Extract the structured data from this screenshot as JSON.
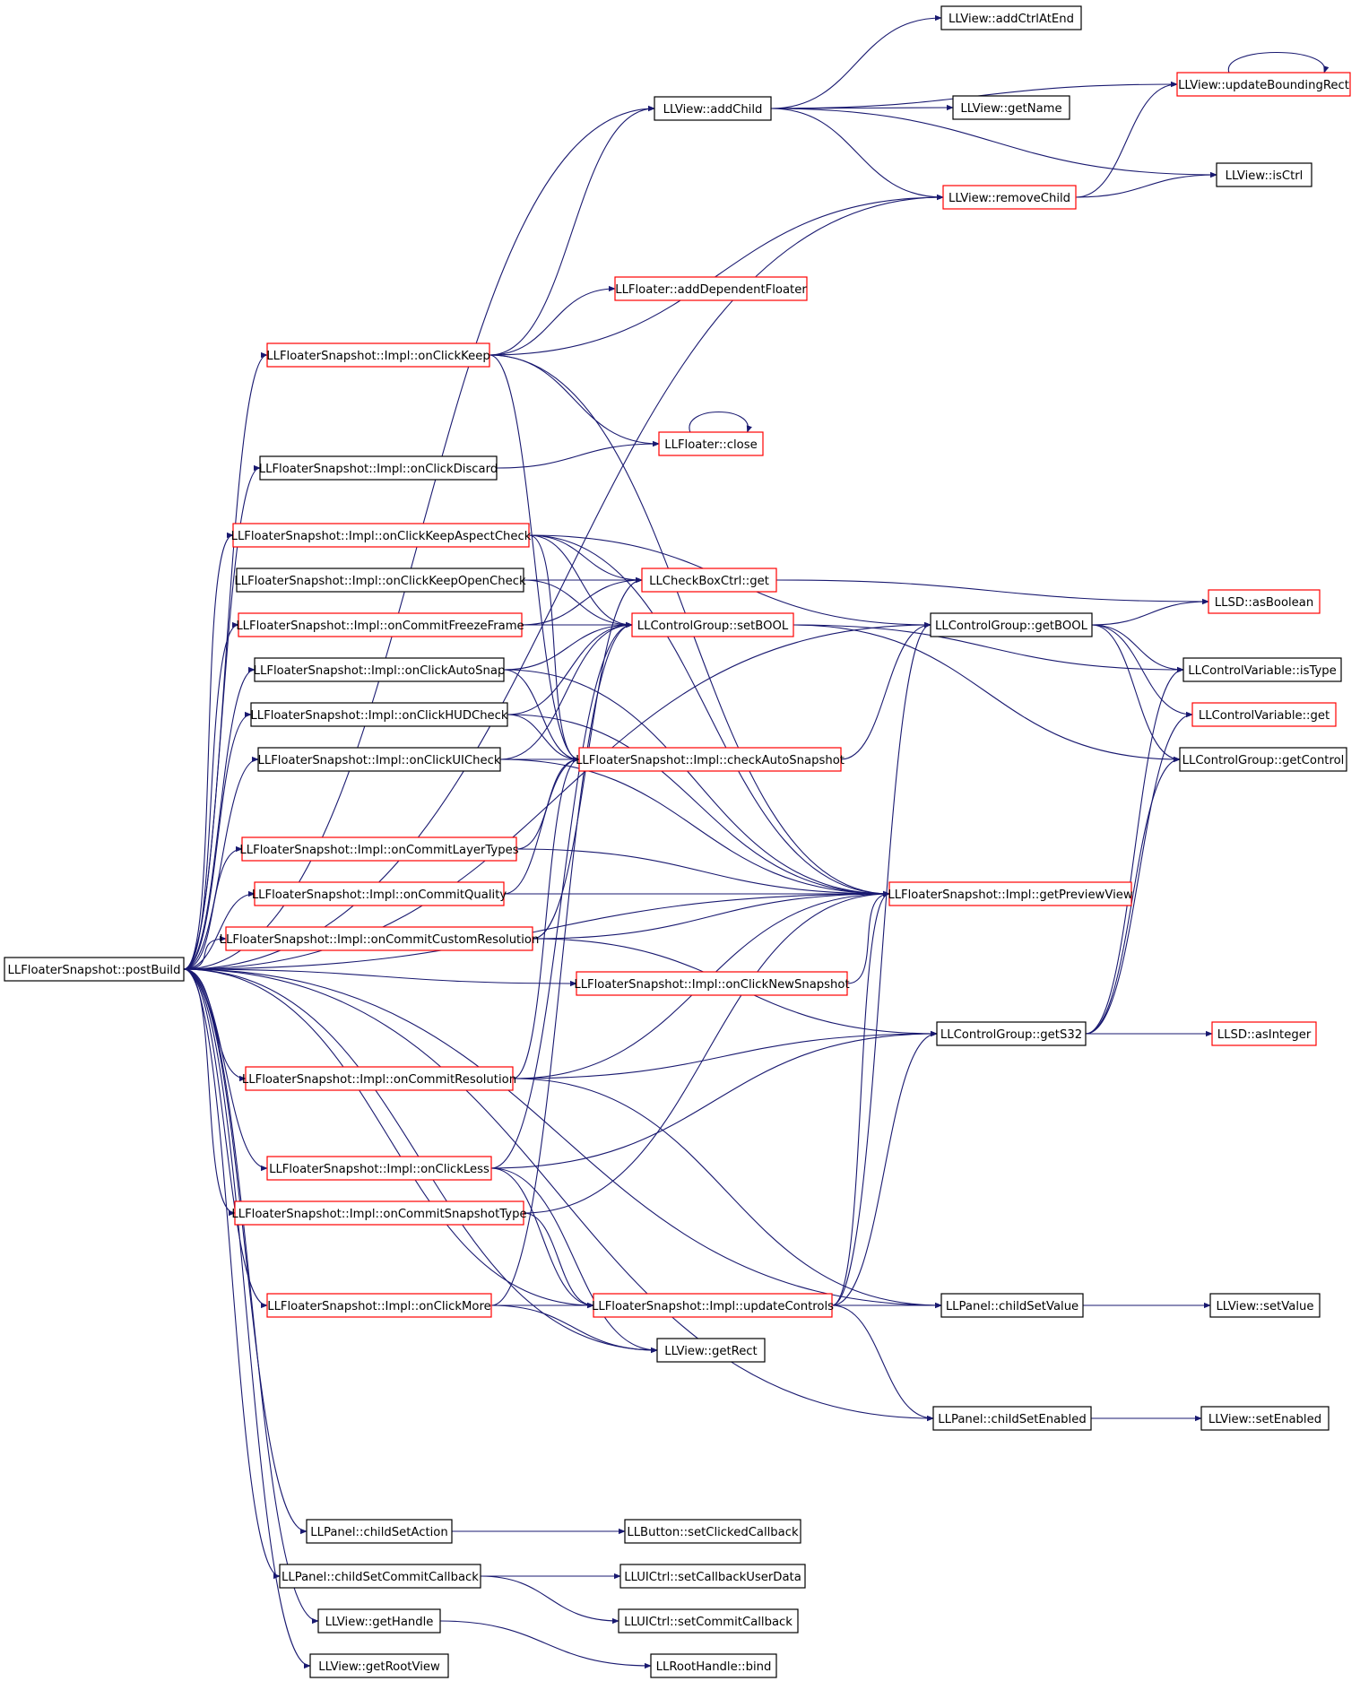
{
  "graph": {
    "colors": {
      "edge": "#191970",
      "border_complete": "#000000",
      "border_truncated": "#ff0000",
      "root_fill": "#bfbfbf"
    },
    "nodes": [
      {
        "id": "root",
        "label": "LLFloaterSnapshot::postBuild",
        "style": "root"
      },
      {
        "id": "addCtrlAtEnd",
        "label": "LLView::addCtrlAtEnd",
        "style": "black"
      },
      {
        "id": "updateBoundingRect",
        "label": "LLView::updateBoundingRect",
        "style": "red"
      },
      {
        "id": "addChild",
        "label": "LLView::addChild",
        "style": "black"
      },
      {
        "id": "getName",
        "label": "LLView::getName",
        "style": "black"
      },
      {
        "id": "isCtrl",
        "label": "LLView::isCtrl",
        "style": "black"
      },
      {
        "id": "removeChild",
        "label": "LLView::removeChild",
        "style": "red"
      },
      {
        "id": "addDependentFloater",
        "label": "LLFloater::addDependentFloater",
        "style": "red"
      },
      {
        "id": "onClickKeep",
        "label": "LLFloaterSnapshot::Impl::onClickKeep",
        "style": "red"
      },
      {
        "id": "close",
        "label": "LLFloater::close",
        "style": "red"
      },
      {
        "id": "onClickDiscard",
        "label": "LLFloaterSnapshot::Impl::onClickDiscard",
        "style": "black"
      },
      {
        "id": "onClickKeepAspectCheck",
        "label": "LLFloaterSnapshot::Impl::onClickKeepAspectCheck",
        "style": "red"
      },
      {
        "id": "onClickKeepOpenCheck",
        "label": "LLFloaterSnapshot::Impl::onClickKeepOpenCheck",
        "style": "black"
      },
      {
        "id": "checkBoxGet",
        "label": "LLCheckBoxCtrl::get",
        "style": "red"
      },
      {
        "id": "asBoolean",
        "label": "LLSD::asBoolean",
        "style": "red"
      },
      {
        "id": "onCommitFreezeFrame",
        "label": "LLFloaterSnapshot::Impl::onCommitFreezeFrame",
        "style": "red"
      },
      {
        "id": "setBOOL",
        "label": "LLControlGroup::setBOOL",
        "style": "red"
      },
      {
        "id": "getBOOL",
        "label": "LLControlGroup::getBOOL",
        "style": "black"
      },
      {
        "id": "onClickAutoSnap",
        "label": "LLFloaterSnapshot::Impl::onClickAutoSnap",
        "style": "black"
      },
      {
        "id": "isType",
        "label": "LLControlVariable::isType",
        "style": "black"
      },
      {
        "id": "onClickHUDCheck",
        "label": "LLFloaterSnapshot::Impl::onClickHUDCheck",
        "style": "black"
      },
      {
        "id": "controlVariableGet",
        "label": "LLControlVariable::get",
        "style": "red"
      },
      {
        "id": "onClickUICheck",
        "label": "LLFloaterSnapshot::Impl::onClickUICheck",
        "style": "black"
      },
      {
        "id": "checkAutoSnapshot",
        "label": "LLFloaterSnapshot::Impl::checkAutoSnapshot",
        "style": "red"
      },
      {
        "id": "getControl",
        "label": "LLControlGroup::getControl",
        "style": "black"
      },
      {
        "id": "onCommitLayerTypes",
        "label": "LLFloaterSnapshot::Impl::onCommitLayerTypes",
        "style": "red"
      },
      {
        "id": "onCommitQuality",
        "label": "LLFloaterSnapshot::Impl::onCommitQuality",
        "style": "red"
      },
      {
        "id": "getPreviewView",
        "label": "LLFloaterSnapshot::Impl::getPreviewView",
        "style": "red"
      },
      {
        "id": "onCommitCustomResolution",
        "label": "LLFloaterSnapshot::Impl::onCommitCustomResolution",
        "style": "red"
      },
      {
        "id": "onClickNewSnapshot",
        "label": "LLFloaterSnapshot::Impl::onClickNewSnapshot",
        "style": "red"
      },
      {
        "id": "getS32",
        "label": "LLControlGroup::getS32",
        "style": "black"
      },
      {
        "id": "asInteger",
        "label": "LLSD::asInteger",
        "style": "red"
      },
      {
        "id": "onCommitResolution",
        "label": "LLFloaterSnapshot::Impl::onCommitResolution",
        "style": "red"
      },
      {
        "id": "onClickLess",
        "label": "LLFloaterSnapshot::Impl::onClickLess",
        "style": "red"
      },
      {
        "id": "onCommitSnapshotType",
        "label": "LLFloaterSnapshot::Impl::onCommitSnapshotType",
        "style": "red"
      },
      {
        "id": "onClickMore",
        "label": "LLFloaterSnapshot::Impl::onClickMore",
        "style": "red"
      },
      {
        "id": "updateControls",
        "label": "LLFloaterSnapshot::Impl::updateControls",
        "style": "red"
      },
      {
        "id": "childSetValue",
        "label": "LLPanel::childSetValue",
        "style": "black"
      },
      {
        "id": "setValue",
        "label": "LLView::setValue",
        "style": "black"
      },
      {
        "id": "getRect",
        "label": "LLView::getRect",
        "style": "black"
      },
      {
        "id": "childSetEnabled",
        "label": "LLPanel::childSetEnabled",
        "style": "black"
      },
      {
        "id": "setEnabled",
        "label": "LLView::setEnabled",
        "style": "black"
      },
      {
        "id": "childSetAction",
        "label": "LLPanel::childSetAction",
        "style": "black"
      },
      {
        "id": "setClickedCallback",
        "label": "LLButton::setClickedCallback",
        "style": "black"
      },
      {
        "id": "childSetCommitCallback",
        "label": "LLPanel::childSetCommitCallback",
        "style": "black"
      },
      {
        "id": "setCallbackUserData",
        "label": "LLUICtrl::setCallbackUserData",
        "style": "black"
      },
      {
        "id": "setCommitCallback",
        "label": "LLUICtrl::setCommitCallback",
        "style": "black"
      },
      {
        "id": "getHandle",
        "label": "LLView::getHandle",
        "style": "black"
      },
      {
        "id": "rootHandleBind",
        "label": "LLRootHandle::bind",
        "style": "black"
      },
      {
        "id": "getRootView",
        "label": "LLView::getRootView",
        "style": "black"
      }
    ],
    "edges": [
      [
        "root",
        "addChild"
      ],
      [
        "root",
        "removeChild"
      ],
      [
        "root",
        "getBOOL"
      ],
      [
        "root",
        "onClickKeep"
      ],
      [
        "root",
        "onClickDiscard"
      ],
      [
        "root",
        "onClickKeepAspectCheck"
      ],
      [
        "root",
        "onCommitFreezeFrame"
      ],
      [
        "root",
        "onClickAutoSnap"
      ],
      [
        "root",
        "onClickHUDCheck"
      ],
      [
        "root",
        "onClickUICheck"
      ],
      [
        "root",
        "onCommitLayerTypes"
      ],
      [
        "root",
        "onCommitQuality"
      ],
      [
        "root",
        "onCommitCustomResolution"
      ],
      [
        "root",
        "onClickNewSnapshot"
      ],
      [
        "root",
        "onCommitResolution"
      ],
      [
        "root",
        "onClickLess"
      ],
      [
        "root",
        "onCommitSnapshotType"
      ],
      [
        "root",
        "onClickMore"
      ],
      [
        "root",
        "updateControls"
      ],
      [
        "root",
        "getRect"
      ],
      [
        "root",
        "getPreviewView"
      ],
      [
        "root",
        "childSetValue"
      ],
      [
        "root",
        "childSetEnabled"
      ],
      [
        "root",
        "childSetAction"
      ],
      [
        "root",
        "childSetCommitCallback"
      ],
      [
        "root",
        "getHandle"
      ],
      [
        "root",
        "getRootView"
      ],
      [
        "addChild",
        "addCtrlAtEnd"
      ],
      [
        "addChild",
        "updateBoundingRect"
      ],
      [
        "addChild",
        "getName"
      ],
      [
        "addChild",
        "isCtrl"
      ],
      [
        "addChild",
        "removeChild"
      ],
      [
        "updateBoundingRect",
        "updateBoundingRect"
      ],
      [
        "removeChild",
        "isCtrl"
      ],
      [
        "removeChild",
        "updateBoundingRect"
      ],
      [
        "onClickKeep",
        "addChild"
      ],
      [
        "onClickKeep",
        "addDependentFloater"
      ],
      [
        "onClickKeep",
        "removeChild"
      ],
      [
        "onClickKeep",
        "close"
      ],
      [
        "onClickKeep",
        "getPreviewView"
      ],
      [
        "onClickKeep",
        "checkAutoSnapshot"
      ],
      [
        "close",
        "close"
      ],
      [
        "onClickDiscard",
        "close"
      ],
      [
        "onClickKeepAspectCheck",
        "checkBoxGet"
      ],
      [
        "onClickKeepAspectCheck",
        "setBOOL"
      ],
      [
        "onClickKeepAspectCheck",
        "getBOOL"
      ],
      [
        "onClickKeepAspectCheck",
        "getPreviewView"
      ],
      [
        "onClickKeepAspectCheck",
        "checkAutoSnapshot"
      ],
      [
        "onClickKeepOpenCheck",
        "checkBoxGet"
      ],
      [
        "onClickKeepOpenCheck",
        "setBOOL"
      ],
      [
        "checkBoxGet",
        "asBoolean"
      ],
      [
        "onCommitFreezeFrame",
        "checkBoxGet"
      ],
      [
        "onCommitFreezeFrame",
        "setBOOL"
      ],
      [
        "onClickAutoSnap",
        "setBOOL"
      ],
      [
        "onClickAutoSnap",
        "checkAutoSnapshot"
      ],
      [
        "onClickAutoSnap",
        "getPreviewView"
      ],
      [
        "onClickHUDCheck",
        "setBOOL"
      ],
      [
        "onClickHUDCheck",
        "checkAutoSnapshot"
      ],
      [
        "onClickHUDCheck",
        "getPreviewView"
      ],
      [
        "onClickUICheck",
        "setBOOL"
      ],
      [
        "onClickUICheck",
        "checkAutoSnapshot"
      ],
      [
        "onClickUICheck",
        "getPreviewView"
      ],
      [
        "setBOOL",
        "isType"
      ],
      [
        "setBOOL",
        "getControl"
      ],
      [
        "getBOOL",
        "asBoolean"
      ],
      [
        "getBOOL",
        "isType"
      ],
      [
        "getBOOL",
        "controlVariableGet"
      ],
      [
        "getBOOL",
        "getControl"
      ],
      [
        "checkAutoSnapshot",
        "getBOOL"
      ],
      [
        "onCommitLayerTypes",
        "checkAutoSnapshot"
      ],
      [
        "onCommitLayerTypes",
        "getPreviewView"
      ],
      [
        "onCommitQuality",
        "checkAutoSnapshot"
      ],
      [
        "onCommitQuality",
        "getPreviewView"
      ],
      [
        "onCommitCustomResolution",
        "checkBoxGet"
      ],
      [
        "onCommitCustomResolution",
        "getPreviewView"
      ],
      [
        "onCommitCustomResolution",
        "getS32"
      ],
      [
        "onClickNewSnapshot",
        "getPreviewView"
      ],
      [
        "getS32",
        "asInteger"
      ],
      [
        "getS32",
        "isType"
      ],
      [
        "getS32",
        "controlVariableGet"
      ],
      [
        "getS32",
        "getControl"
      ],
      [
        "onCommitResolution",
        "getPreviewView"
      ],
      [
        "onCommitResolution",
        "checkAutoSnapshot"
      ],
      [
        "onCommitResolution",
        "getS32"
      ],
      [
        "onCommitResolution",
        "childSetValue"
      ],
      [
        "onClickLess",
        "setBOOL"
      ],
      [
        "onClickLess",
        "getS32"
      ],
      [
        "onClickLess",
        "updateControls"
      ],
      [
        "onClickLess",
        "getRect"
      ],
      [
        "onCommitSnapshotType",
        "updateControls"
      ],
      [
        "onCommitSnapshotType",
        "getPreviewView"
      ],
      [
        "onClickMore",
        "setBOOL"
      ],
      [
        "onClickMore",
        "updateControls"
      ],
      [
        "onClickMore",
        "getRect"
      ],
      [
        "updateControls",
        "getBOOL"
      ],
      [
        "updateControls",
        "getPreviewView"
      ],
      [
        "updateControls",
        "getS32"
      ],
      [
        "updateControls",
        "childSetValue"
      ],
      [
        "updateControls",
        "childSetEnabled"
      ],
      [
        "childSetValue",
        "setValue"
      ],
      [
        "childSetEnabled",
        "setEnabled"
      ],
      [
        "childSetAction",
        "setClickedCallback"
      ],
      [
        "childSetCommitCallback",
        "setCallbackUserData"
      ],
      [
        "childSetCommitCallback",
        "setCommitCallback"
      ],
      [
        "getHandle",
        "rootHandleBind"
      ]
    ]
  }
}
